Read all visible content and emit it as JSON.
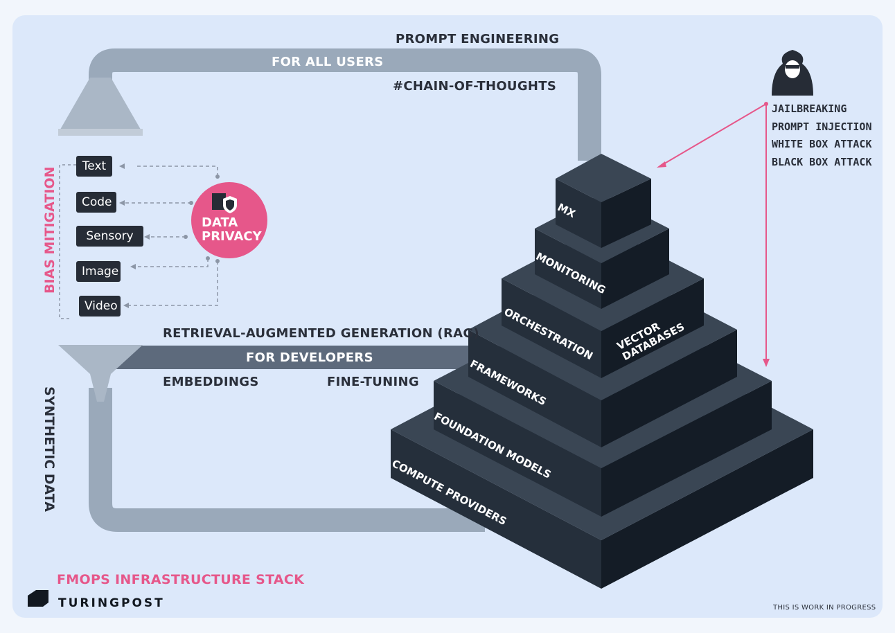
{
  "colors": {
    "background": "#dce8fa",
    "accent_pink": "#e6578a",
    "pipe": "#8f9fb0",
    "pipe_dark": "#5a6778",
    "cube_top": "#3a4654",
    "cube_left": "#252f3b",
    "cube_right": "#141c26",
    "chip_bg": "#262c36"
  },
  "top_loop": {
    "title": "PROMPT ENGINEERING",
    "audience": "FOR ALL USERS",
    "technique": "#CHAIN-OF-THOUGHTS"
  },
  "bottom_loop": {
    "title": "RETRIEVAL-AUGMENTED GENERATION (RAG)",
    "audience": "FOR DEVELOPERS",
    "techniques": [
      "EMBEDDINGS",
      "FINE-TUNING"
    ]
  },
  "side_labels": {
    "bias": "BIAS MITIGATION",
    "synthetic": "SYNTHETIC DATA"
  },
  "privacy": {
    "line1": "DATA",
    "line2": "PRIVACY",
    "icon": "shield-lock-icon"
  },
  "modalities": [
    "Text",
    "Code",
    "Sensory",
    "Image",
    "Video"
  ],
  "attacks": {
    "icon": "hooded-hacker-icon",
    "items": [
      "JAILBREAKING",
      "PROMPT INJECTION",
      "WHITE BOX ATTACK",
      "BLACK BOX ATTACK"
    ]
  },
  "stack_layers": [
    "COMPUTE PROVIDERS",
    "FOUNDATION MODELS",
    "FRAMEWORKS",
    "ORCHESTRATION",
    "MONITORING",
    "MX"
  ],
  "vector_db": "VECTOR DATABASES",
  "footer": {
    "title": "FMOPS INFRASTRUCTURE STACK",
    "brand": "TURINGPOST",
    "note": "THIS IS WORK IN PROGRESS"
  }
}
